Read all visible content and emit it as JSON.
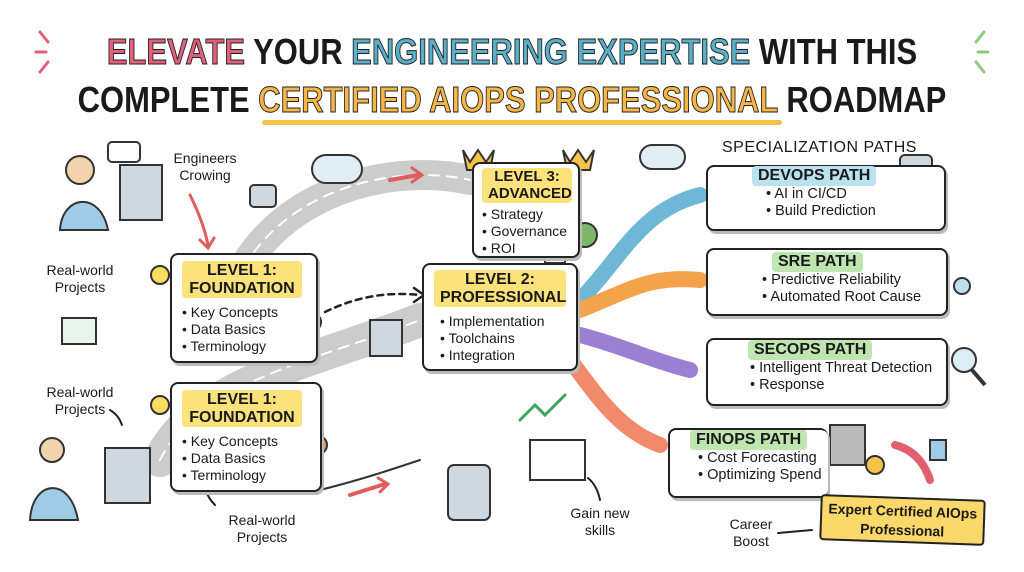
{
  "title": {
    "line1": [
      {
        "text": "ELEVATE",
        "color": "pink"
      },
      {
        "text": " YOUR ",
        "color": "black"
      },
      {
        "text": "ENGINEERING EXPERTISE",
        "color": "blue"
      },
      {
        "text": " WITH THIS",
        "color": "black"
      }
    ],
    "line2": [
      {
        "text": "COMPLETE ",
        "color": "black"
      },
      {
        "text": "CERTIFIED AIOPS PROFESSIONAL",
        "color": "orange"
      },
      {
        "text": " ROADMAP",
        "color": "black"
      }
    ]
  },
  "labels": {
    "engineers_growing": "Engineers Crowing",
    "real_world_1": "Real-world Projects",
    "real_world_2": "Real-world Projects",
    "real_world_3": "Real-world Projects",
    "gain_skills": "Gain new skills",
    "career_boost": "Career Boost"
  },
  "levels": {
    "level1a": {
      "title": "LEVEL 1: FOUNDATION",
      "items": [
        "Key Concepts",
        "Data Basics",
        "Terminology"
      ]
    },
    "level1b": {
      "title": "LEVEL 1: FOUNDATION",
      "items": [
        "Key Concepts",
        "Data Basics",
        "Terminology"
      ]
    },
    "level2": {
      "title": "LEVEL 2: PROFESSIONAL",
      "items": [
        "Implementation",
        "Toolchains",
        "Integration"
      ]
    },
    "level3": {
      "title": "LEVEL 3: ADVANCED",
      "items": [
        "Strategy",
        "Governance",
        "ROI"
      ]
    }
  },
  "specialization": {
    "heading": "SPECIALIZATION PATHS",
    "devops": {
      "title": "DEVOPS PATH",
      "items": [
        "AI in CI/CD",
        "Build Prediction"
      ]
    },
    "sre": {
      "title": "SRE PATH",
      "items": [
        "Predictive Reliability",
        "Automated Root Cause"
      ]
    },
    "secops": {
      "title": "SECOPS PATH",
      "items": [
        "Intelligent Threat Detection",
        "Response"
      ]
    },
    "finops": {
      "title": "FINOPS PATH",
      "items": [
        "Cost Forecasting",
        "Optimizing Spend"
      ]
    }
  },
  "banner": "Expert Certified AIOps Professional",
  "colors": {
    "pink": "#e0607a",
    "blue": "#5aaec8",
    "orange": "#f5b547",
    "yellow": "#fbe27a",
    "green": "#bfe6b0"
  }
}
